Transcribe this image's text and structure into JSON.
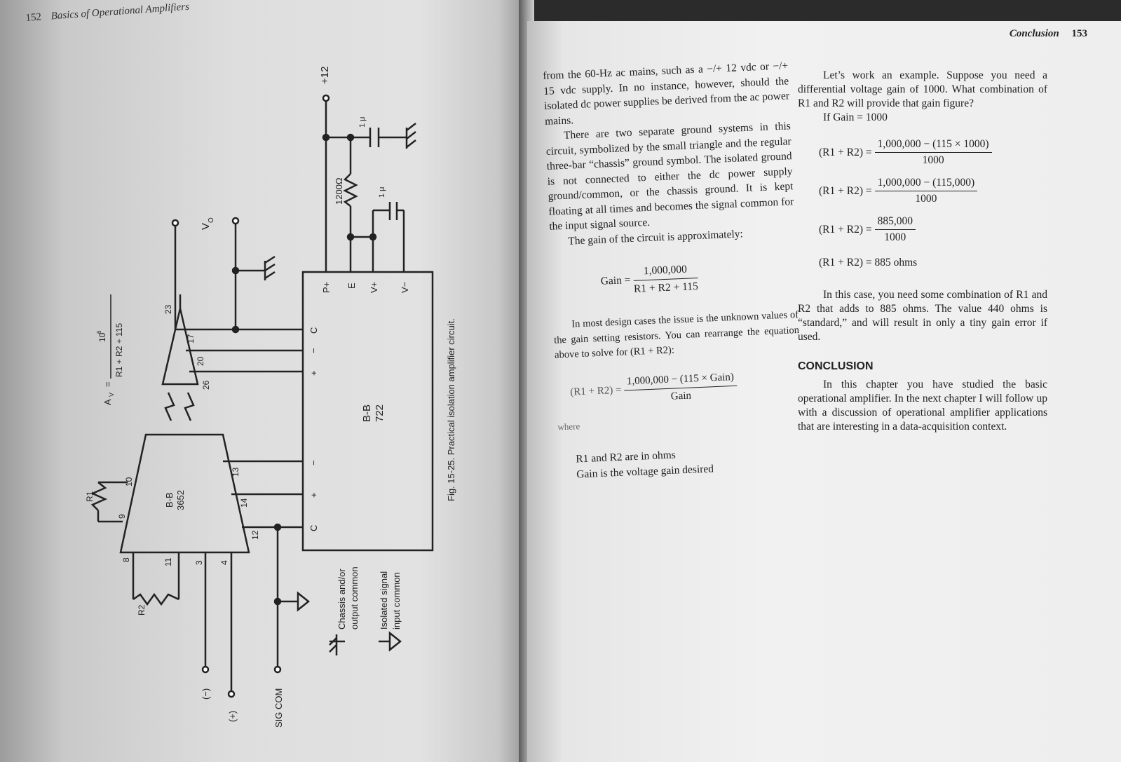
{
  "left_page": {
    "number": "152",
    "running_head": "Basics of Operational Amplifiers",
    "figure": {
      "caption": "Fig. 15-25. Practical isolation amplifier circuit.",
      "gain_label": "A",
      "gain_sub": "V",
      "gain_numerator": "10",
      "gain_exp": "6",
      "gain_denominator": "R1 + R2 + 115",
      "rail": "+12",
      "resistor_1200": "1200Ω",
      "cap_1u_a": "1 μ",
      "cap_1u_b": "1 μ",
      "vo": "V",
      "vo_sub": "O",
      "pin_p": "P+",
      "pin_e": "E",
      "pin_vplus": "V+",
      "pin_vminus": "V−",
      "pin_c_top": "C",
      "pin_minus_top": "−",
      "pin_plus_top": "+",
      "pin_minus_bot": "−",
      "pin_plus_bot": "+",
      "pin_c_bot": "C",
      "bb722_a": "B-B",
      "bb722_b": "722",
      "bb3652_a": "B-B",
      "bb3652_b": "3652",
      "p23": "23",
      "p17": "17",
      "p20": "20",
      "p26": "26",
      "p10": "10",
      "p9": "9",
      "p8": "8",
      "p11": "11",
      "p3": "3",
      "p4": "4",
      "p13": "13",
      "p14": "14",
      "p12": "12",
      "r1": "R1",
      "r2": "R2",
      "in_minus": "(−)",
      "in_plus": "(+)",
      "sig_com": "SIG COM",
      "legend_chassis_1": "Chassis and/or",
      "legend_chassis_2": "output common",
      "legend_iso_1": "Isolated signal",
      "legend_iso_2": "input common"
    }
  },
  "right_page": {
    "number": "153",
    "running_head": "Conclusion",
    "col1": {
      "p1": "from the 60-Hz ac mains, such as a −/+ 12 vdc or −/+ 15 vdc supply. In no instance, however, should the isolated dc power supplies be derived from the ac power mains.",
      "p2": "There are two separate ground systems in this circuit, symbolized by the small triangle and the regular three-bar “chassis” ground symbol. The isolated ground is not connected to either the dc power supply ground/common, or the chassis ground. It is kept floating at all times and becomes the signal common for the input signal source.",
      "p3": "The gain of the circuit is approximately:",
      "eq1_lhs": "Gain =",
      "eq1_num": "1,000,000",
      "eq1_den": "R1 + R2 + 115",
      "p4": "In most design cases the issue is the unknown values of the gain setting resistors. You can rearrange the equation above to solve for (R1 + R2):",
      "eq2_lhs": "(R1 + R2) =",
      "eq2_num": "1,000,000 − (115 × Gain)",
      "eq2_den": "Gain",
      "where": "where",
      "def1": "R1 and R2 are in ohms",
      "def2": "Gain is the voltage gain desired"
    },
    "col2": {
      "p1": "Let’s work an example. Suppose you need a differential voltage gain of 1000. What combination of R1 and R2 will provide that gain figure?",
      "if_gain": "If Gain = 1000",
      "lhs": "(R1 + R2) =",
      "s1_num": "1,000,000 − (115 × 1000)",
      "s1_den": "1000",
      "s2_num": "1,000,000 − (115,000)",
      "s2_den": "1000",
      "s3_num": "885,000",
      "s3_den": "1000",
      "s4": "(R1 + R2) = 885 ohms",
      "p2": "In this case, you need some combination of R1 and R2 that adds to 885 ohms. The value 440 ohms is “standard,” and will result in only a tiny gain error if used.",
      "heading": "CONCLUSION",
      "p3": "In this chapter you have studied the basic operational amplifier. In the next chapter I will follow up with a discussion of operational amplifier applications that are interesting in a data-acquisition context."
    }
  }
}
